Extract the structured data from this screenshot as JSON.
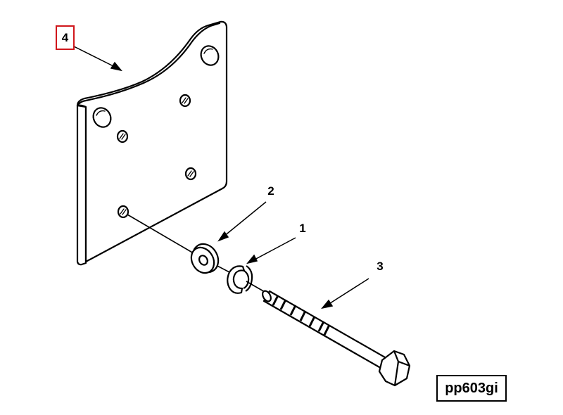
{
  "diagram": {
    "figure_id": "pp603gi",
    "callouts": {
      "plate": "4",
      "washer": "2",
      "lock_washer": "1",
      "bolt": "3"
    },
    "colors": {
      "line": "#000000",
      "background": "#ffffff",
      "highlight_box": "#d0161b"
    }
  }
}
